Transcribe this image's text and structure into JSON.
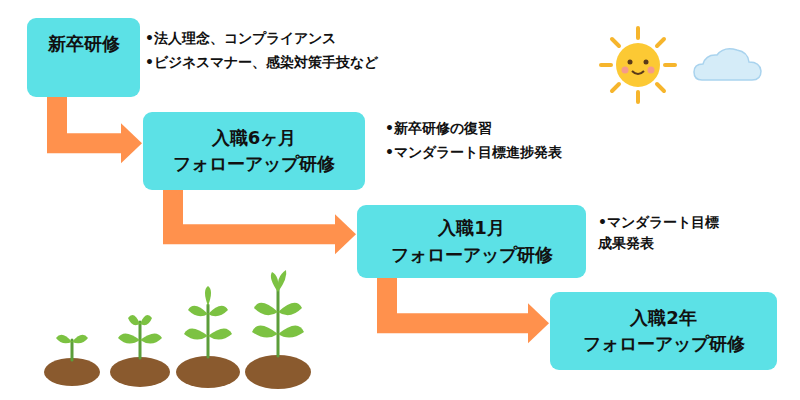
{
  "diagram": {
    "nodes": [
      {
        "text": [
          "新卒研修"
        ]
      },
      {
        "text": [
          "入職6ヶ月 フォローアップ研修"
        ]
      },
      {
        "text": [
          "入職1月 フォローアップ研修"
        ]
      },
      {
        "text": [
          "入職2年 フォローアップ研修"
        ]
      }
    ],
    "edges": [
      {
        "from": 0,
        "to": 1,
        "arrow": "to"
      },
      {
        "from": 1,
        "to": 2,
        "arrow": "to"
      },
      {
        "from": 2,
        "to": 3,
        "arrow": "to"
      }
    ],
    "labels": [
      "•法人理念、コンプライアンス",
      "•ビジネスマナー、感染対策手技など",
      "•新卒研修の復習",
      "•マンダラート目標進捗発表",
      "•マンダラート目標 成果発表"
    ]
  }
}
